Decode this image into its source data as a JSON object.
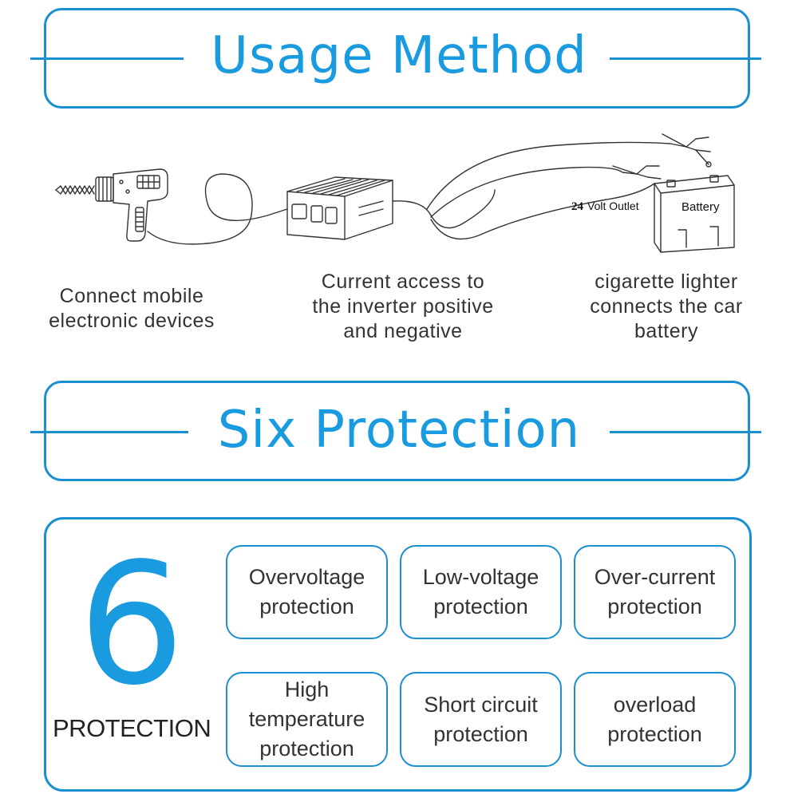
{
  "sections": {
    "usage_title": "Usage Method",
    "protection_title": "Six Protection"
  },
  "usage": {
    "steps": [
      {
        "caption": [
          "Connect mobile",
          "electronic devices"
        ]
      },
      {
        "caption": [
          "Current access to",
          "the inverter positive",
          "and negative"
        ]
      },
      {
        "caption": [
          "cigarette lighter",
          "connects the car",
          "battery"
        ]
      }
    ],
    "diagram_labels": {
      "outlet_number": "24",
      "outlet_text": "Volt Outlet",
      "battery": "Battery"
    }
  },
  "protection": {
    "count": "6",
    "label": "PROTECTION",
    "items": [
      [
        "Overvoltage",
        "protection"
      ],
      [
        "Low-voltage",
        "protection"
      ],
      [
        "Over-current",
        "protection"
      ],
      [
        "High",
        "temperature",
        "protection"
      ],
      [
        "Short circuit",
        "protection"
      ],
      [
        "overload",
        "protection"
      ]
    ]
  },
  "colors": {
    "accent": "#1a8fd1",
    "accent_text": "#1a9be0",
    "text": "#333333"
  }
}
